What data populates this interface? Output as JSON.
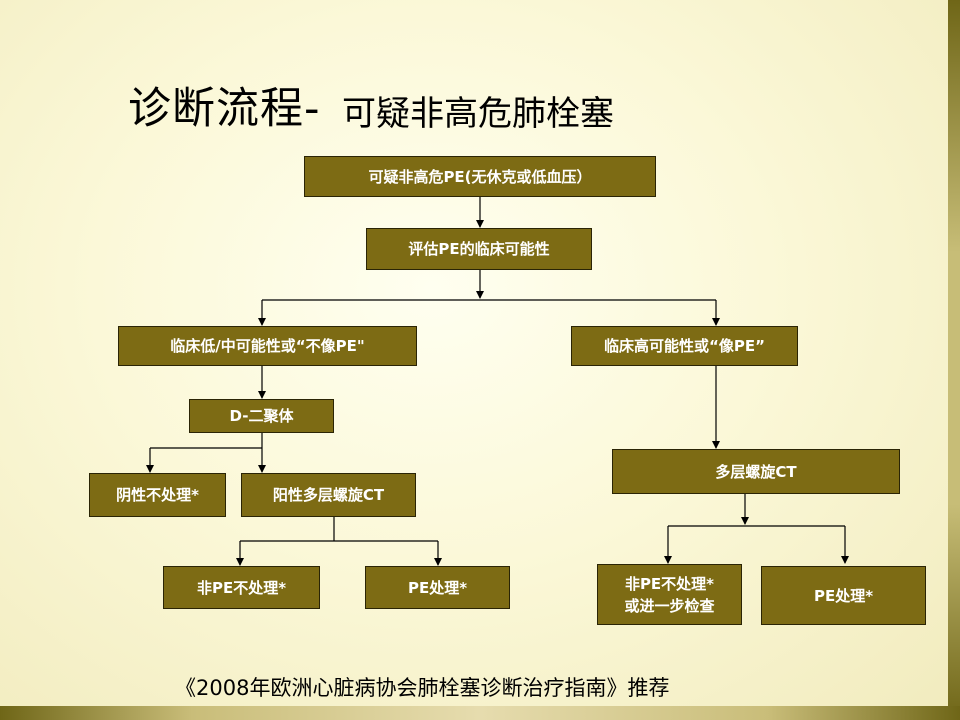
{
  "slide": {
    "title_main": "诊断流程-",
    "title_sub": "可疑非高危肺栓塞",
    "footer": "《2008年欧洲心脏病协会肺栓塞诊断治疗指南》推荐"
  },
  "nodes": {
    "start": "可疑非高危PE(无休克或低血压）",
    "assess": "评估PE的临床可能性",
    "low_prob": "临床低/中可能性或“不像PE\"",
    "high_prob": "临床高可能性或“像PE”",
    "d_dimer": "D-二聚体",
    "negative": "阴性不处理*",
    "positive_ct": "阳性多层螺旋CT",
    "non_pe_1": "非PE不处理*",
    "pe_treat_1": "PE处理*",
    "multi_ct": "多层螺旋CT",
    "non_pe_2": "非PE不处理*\n或进一步检查",
    "pe_treat_2": "PE处理*"
  },
  "colors": {
    "node_fill": "#7d6b14",
    "node_text": "#ffffff",
    "background": "#fbf8d8",
    "accent_bar": "#c7bd77"
  }
}
